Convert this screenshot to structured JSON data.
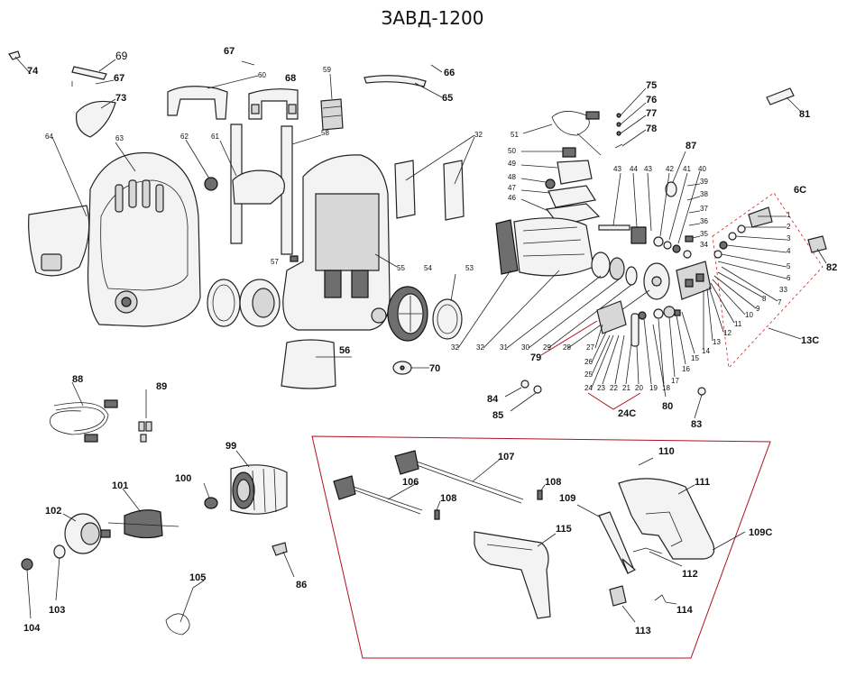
{
  "title": "ЗАВД-1200",
  "labels": {
    "l74": "74",
    "l69": "69",
    "l67a": "67",
    "l67b": "67",
    "l73": "73",
    "l68": "68",
    "l59": "59",
    "l66": "66",
    "l65": "65",
    "l64": "64",
    "l63": "63",
    "l62": "62",
    "l61": "61",
    "l60": "60",
    "l58": "58",
    "l57": "57",
    "l55": "55",
    "l54": "54",
    "l53": "53",
    "l56": "56",
    "l70": "70",
    "l32t": "32",
    "l32a": "32",
    "l32b": "32",
    "l31": "31",
    "l30": "30",
    "l29": "29",
    "l28": "28",
    "l27": "27",
    "l26": "26",
    "l25": "25",
    "l24": "24",
    "l23": "23",
    "l22": "22",
    "l21": "21",
    "l20": "20",
    "l19": "19",
    "l18": "18",
    "l17": "17",
    "l16": "16",
    "l15": "15",
    "l14": "14",
    "l13": "13",
    "l12": "12",
    "l11": "11",
    "l10": "10",
    "l9": "9",
    "l8": "8",
    "l7": "7",
    "l6": "6",
    "l5": "5",
    "l4": "4",
    "l3": "3",
    "l2": "2",
    "l1": "1",
    "l75": "75",
    "l76": "76",
    "l77": "77",
    "l78": "78",
    "l87": "87",
    "l81": "81",
    "l82": "82",
    "l51": "51",
    "l50": "50",
    "l49": "49",
    "l48": "48",
    "l47": "47",
    "l46": "46",
    "l43a": "43",
    "l44": "44",
    "l43b": "43",
    "l42": "42",
    "l41": "41",
    "l40": "40",
    "l39": "39",
    "l38": "38",
    "l37": "37",
    "l36": "36",
    "l35": "35",
    "l34": "34",
    "l33": "33",
    "l6c": "6C",
    "l13c": "13C",
    "l24c": "24C",
    "l79": "79",
    "l80": "80",
    "l83": "83",
    "l84": "84",
    "l85": "85",
    "l88": "88",
    "l89": "89",
    "l99": "99",
    "l100": "100",
    "l101": "101",
    "l102": "102",
    "l103": "103",
    "l104": "104",
    "l105": "105",
    "l86": "86",
    "l106": "106",
    "l107": "107",
    "l108a": "108",
    "l108b": "108",
    "l109": "109",
    "l109c": "109C",
    "l110": "110",
    "l111": "111",
    "l112": "112",
    "l113": "113",
    "l114": "114",
    "l115": "115"
  }
}
